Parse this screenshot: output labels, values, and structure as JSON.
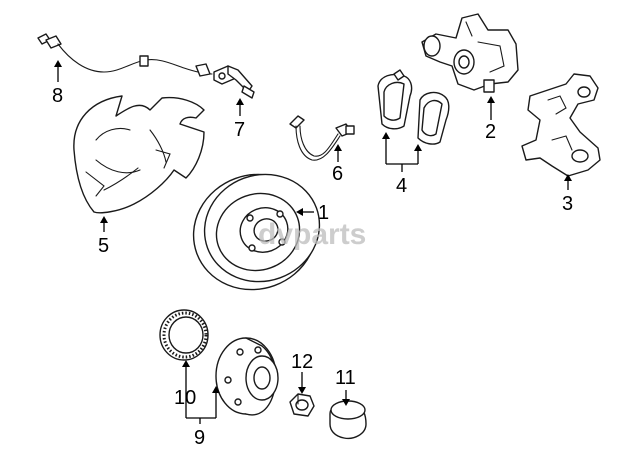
{
  "watermark": "dvparts",
  "parts": [
    {
      "number": "1",
      "name": "brake rotor"
    },
    {
      "number": "2",
      "name": "caliper"
    },
    {
      "number": "3",
      "name": "caliper bracket"
    },
    {
      "number": "4",
      "name": "brake pads"
    },
    {
      "number": "5",
      "name": "splash shield"
    },
    {
      "number": "6",
      "name": "brake hose"
    },
    {
      "number": "7",
      "name": "abs sensor"
    },
    {
      "number": "8",
      "name": "sensor wire"
    },
    {
      "number": "9",
      "name": "hub assembly"
    },
    {
      "number": "10",
      "name": "tone ring"
    },
    {
      "number": "11",
      "name": "dust cap"
    },
    {
      "number": "12",
      "name": "hub nut"
    }
  ]
}
